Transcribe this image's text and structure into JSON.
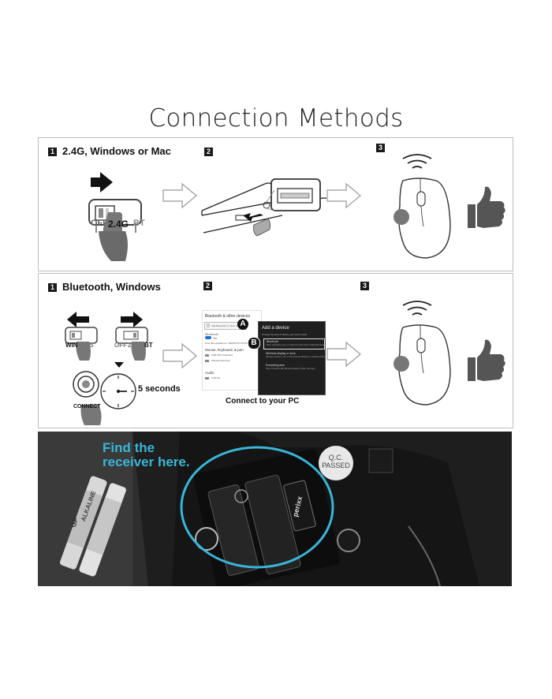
{
  "title": "Connection Methods",
  "method1": {
    "step1": {
      "number": "1",
      "label": "2.4G, Windows or Mac"
    },
    "step2": {
      "number": "2"
    },
    "step3": {
      "number": "3"
    },
    "switch_labels": {
      "off": "OFF",
      "g24": "2.4G",
      "bt": "BT"
    }
  },
  "method2": {
    "step1": {
      "number": "1",
      "label": "Bluetooth, Windows"
    },
    "step2": {
      "number": "2"
    },
    "step3": {
      "number": "3"
    },
    "switch_left": {
      "win": "WIN",
      "os": "OS"
    },
    "switch_right": {
      "off": "OFF",
      "g24": "2.4G",
      "bt": "BT"
    },
    "connect_label": "CONNECT",
    "hold_time": "5 seconds",
    "screen": {
      "settings_title": "Bluetooth & other devices",
      "add_device_item": "Add Bluetooth or other device",
      "bluetooth_label": "Bluetooth",
      "toggle_state": "On",
      "discoverable": "Now discoverable as \"DESKTOP-XXXXX\"",
      "section_mouse": "Mouse, keyboard, & pen",
      "device1": "USB PNP Keyboard",
      "device2": "Wireless Receiver",
      "section_audio": "Audio",
      "audio1": "LCD-PH",
      "dialog_title": "Add a device",
      "dialog_subtitle": "Choose the kind of device you want to add.",
      "opt1_title": "Bluetooth",
      "opt1_desc": "Mice, keyboards, pens, or audio and other kinds of Bluetooth devices",
      "opt2_title": "Wireless display or dock",
      "opt2_desc": "Wireless monitors, TVs, or PCs that use Miracast, or wireless docks",
      "opt3_title": "Everything else",
      "opt3_desc": "Xbox controllers with Wireless Adapter, DLNA, and more",
      "badge_a": "A",
      "badge_b": "B"
    },
    "caption": "Connect to your PC"
  },
  "photo": {
    "find_line1": "Find the",
    "find_line2": "receiver here.",
    "qc_line1": "Q.C.",
    "qc_line2": "PASSED",
    "battery_brand": "GP",
    "battery_type": "ALKALINE",
    "receiver_brand": "perixx"
  },
  "colors": {
    "accent": "#38b6d8",
    "ink": "#1a1a1a",
    "border": "#bdbdbd",
    "thumb": "#555555"
  }
}
